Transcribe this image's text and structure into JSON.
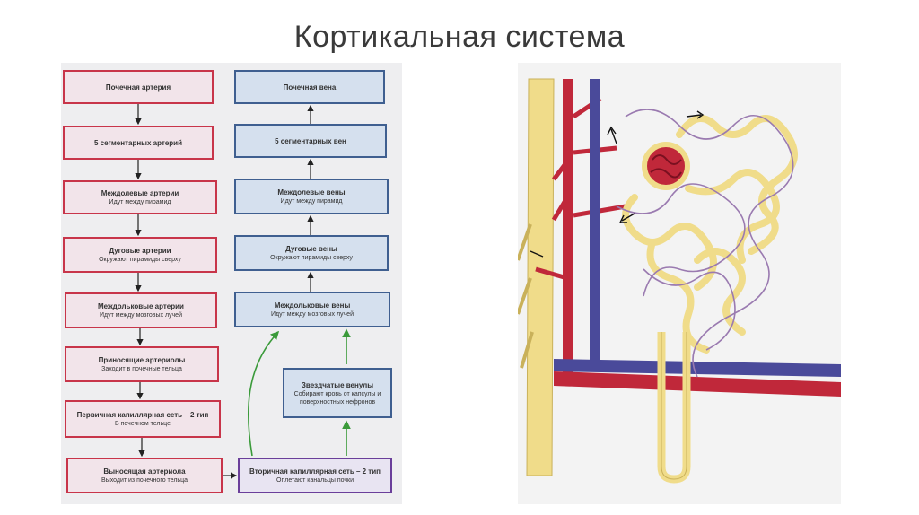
{
  "title": "Кортикальная система",
  "scheme": {
    "arterial": [
      {
        "title": "Почечная артерия",
        "subtitle": ""
      },
      {
        "title": "5 сегментарных артерий",
        "subtitle": ""
      },
      {
        "title": "Междолевые артерии",
        "subtitle": "Идут между пирамид"
      },
      {
        "title": "Дуговые артерии",
        "subtitle": "Окружают пирамиды сверху"
      },
      {
        "title": "Междольковые артерии",
        "subtitle": "Идут между мозговых лучей"
      },
      {
        "title": "Приносящие артериолы",
        "subtitle": "Заходит в почечные тельца"
      },
      {
        "title": "Первичная капиллярная сеть – 2 тип",
        "subtitle": "В почечном тельце"
      },
      {
        "title": "Выносящая артериола",
        "subtitle": "Выходит из почечного тельца"
      }
    ],
    "venous": [
      {
        "title": "Почечная вена",
        "subtitle": ""
      },
      {
        "title": "5 сегментарных вен",
        "subtitle": ""
      },
      {
        "title": "Междолевые вены",
        "subtitle": "Идут между пирамид"
      },
      {
        "title": "Дуговые вены",
        "subtitle": "Окружают пирамиды сверху"
      },
      {
        "title": "Междольковые вены",
        "subtitle": "Идут между мозговых лучей"
      }
    ],
    "stellate": {
      "title": "Звездчатые венулы",
      "subtitle": "Собирают кровь от капсулы и поверхностных нефронов"
    },
    "secondary": {
      "title": "Вторичная капиллярная сеть – 2 тип",
      "subtitle": "Оплетают канальцы почки"
    },
    "colors": {
      "arterial": "#c8354a",
      "venous": "#3f5f90",
      "secondary": "#6a3f9a",
      "green_arrow": "#3a9a3a"
    }
  },
  "illustration": {
    "colors": {
      "artery": "#c0283a",
      "vein": "#4a4a9a",
      "tubule": "#f0dc8a",
      "capillary": "#9a7ab0"
    }
  }
}
